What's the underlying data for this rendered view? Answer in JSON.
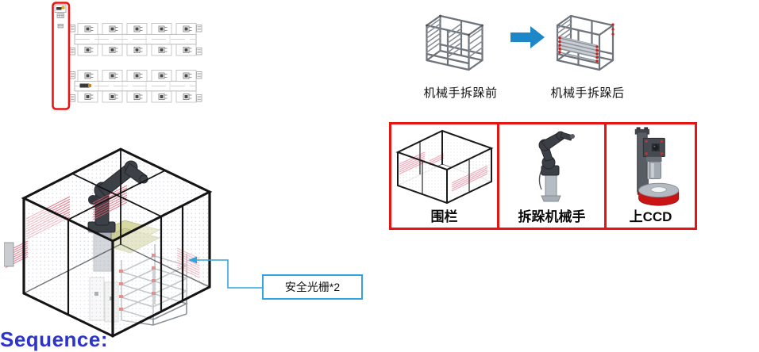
{
  "colors": {
    "highlight_red": "#e81414",
    "arrow_blue": "#1d87c8",
    "callout_border_blue": "#35a3dd",
    "sequence_text_blue": "#2b34cb",
    "light_curtain_pink": "#e65a70",
    "rack_clamp_red": "#c92020"
  },
  "floor_plan": {
    "rows": 2,
    "stations_top_per_row": 5,
    "stations_bottom_per_row": 5,
    "highlighted_station": "left vertical cell outlined in red"
  },
  "before_after": {
    "before_label": "机械手拆跺前",
    "after_label": "机械手拆跺后"
  },
  "component_panel": {
    "items": [
      {
        "label": "围栏"
      },
      {
        "label": "拆跺机械手"
      },
      {
        "label": "上CCD"
      }
    ]
  },
  "callout": {
    "label": "安全光栅*2"
  },
  "sequence_heading": "Sequence:"
}
